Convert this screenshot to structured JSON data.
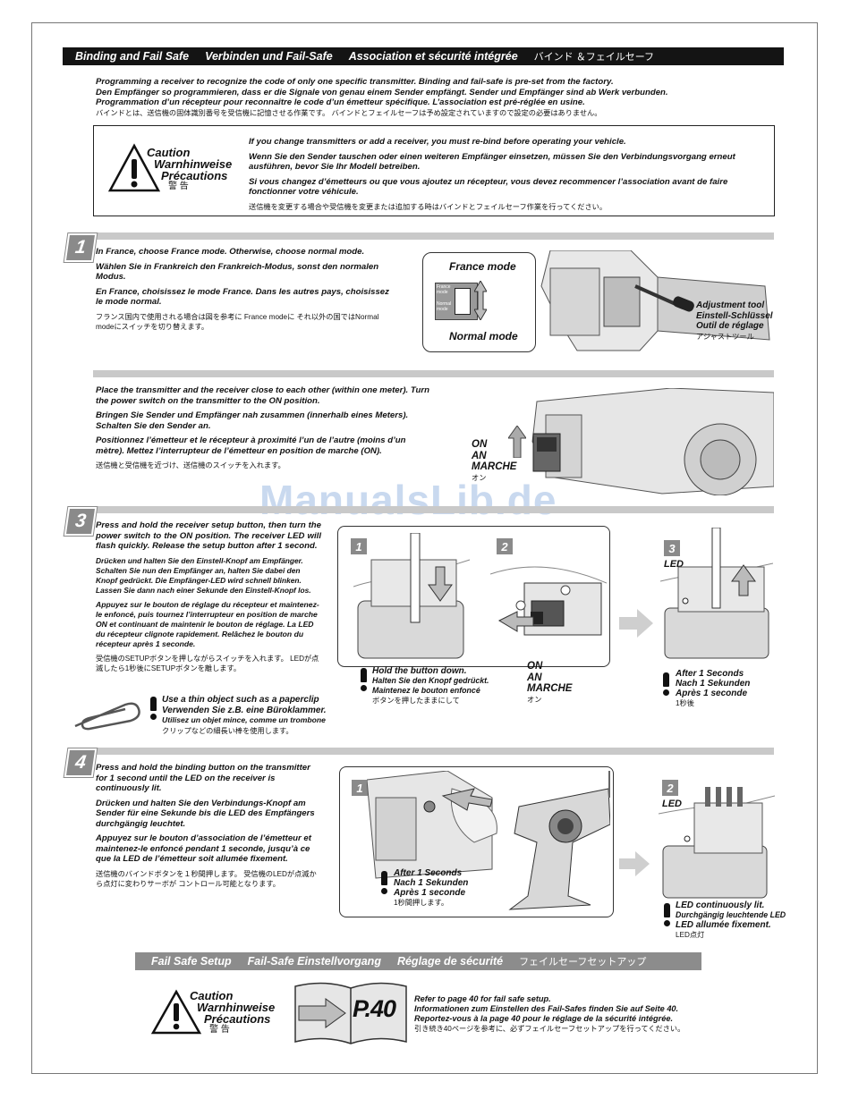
{
  "header": {
    "titles": [
      "Binding and Fail Safe",
      "Verbinden und Fail-Safe",
      "Association et sécurité intégrée",
      "バインド ＆フェイルセーフ"
    ]
  },
  "intro": [
    "Programming a receiver to recognize the code of only one specific transmitter. Binding and fail-safe is pre-set from the factory.",
    "Den Empfänger so programmieren, dass er die Signale von genau einem Sender empfängt. Sender und Empfänger sind ab Werk verbunden.",
    "Programmation d’un récepteur pour reconnaître le code d’un émetteur spécifique. L’association est pré-réglée en usine.",
    "バインドとは、送信機の固体識別番号を受信機に記憶させる作業です。 バインドとフェイルセーフは予め設定されていますので設定の必要はありません。"
  ],
  "caution_top": {
    "labels": [
      "Caution",
      "Warnhinweise",
      "Précautions",
      "警 告"
    ],
    "texts": [
      "If you change transmitters or add a receiver, you must re-bind before operating your vehicle.",
      "Wenn Sie den Sender tauschen oder einen weiteren Empfänger einsetzen, müssen Sie den Verbindungsvorgang erneut ausführen, bevor Sie Ihr Modell betreiben.",
      "Si vous changez d’émetteurs ou que vous ajoutez un récepteur, vous devez recommencer l’association avant de faire fonctionner votre véhicule.",
      "送信機を変更する場合や受信機を変更または追加する時はバインドとフェイルセーフ作業を行ってください。"
    ]
  },
  "step1": {
    "number": "1",
    "texts": [
      "In France, choose France mode. Otherwise, choose normal mode.",
      "Wählen Sie in Frankreich den Frankreich-Modus, sonst den normalen Modus.",
      "En France, choisissez le mode France. Dans les autres pays, choisissez le mode normal.",
      "フランス国内で使用される場合は図を参考に France modeに それ以外の国ではNormal modeにスイッチを切り替えます。"
    ],
    "france_mode": "France mode",
    "normal_mode": "Normal mode",
    "switch_top_label": "France mode",
    "switch_bottom_label": "Normal mode",
    "tool_labels": [
      "Adjustment tool",
      "Einstell-Schlüssel",
      "Outil de réglage",
      "アジャストツール"
    ]
  },
  "step2": {
    "texts": [
      "Place the transmitter and the receiver close to each other (within one meter). Turn the power switch on the transmitter to the ON position.",
      "Bringen Sie Sender und Empfänger nah zusammen (innerhalb eines Meters). Schalten Sie den Sender an.",
      "Positionnez l’émetteur et le récepteur à proximité l’un de l’autre (moins d’un mètre). Mettez l’interrupteur de l’émetteur en position de marche (ON).",
      "送信機と受信機を近づけ、送信機のスイッチを入れます。"
    ],
    "on_labels": [
      "ON",
      "AN",
      "MARCHE",
      "オン"
    ]
  },
  "watermark": "ManualsLib.de",
  "step3": {
    "number": "3",
    "texts": [
      "Press and hold the receiver setup button, then turn the power switch to the ON position. The receiver LED will flash quickly. Release the setup button after 1 second.",
      "Drücken und halten Sie den Einstell-Knopf am Empfänger. Schalten Sie nun den Empfänger an, halten Sie dabei den Knopf gedrückt. Die Empfänger-LED wird schnell blinken. Lassen Sie dann nach einer Sekunde den Einstell-Knopf los.",
      "Appuyez sur le bouton de réglage du récepteur et maintenez-le enfoncé, puis tournez l’interrupteur en position de marche ON et continuant de maintenir le bouton de réglage. La LED du récepteur clignote rapidement. Relâchez le bouton du récepteur après 1 seconde.",
      "受信機のSETUPボタンを押しながらスイッチを入れます。 LEDが点滅したら1秒後にSETUPボタンを離します。"
    ],
    "clip_note": [
      "Use a thin object such as a paperclip",
      "Verwenden Sie z.B. eine Büroklammer.",
      "Utilisez un objet mince, comme un trombone",
      "クリップなどの細長い棒を使用します。"
    ],
    "sub1": "1",
    "sub2": "2",
    "sub3": "3",
    "hold_note": [
      "Hold the button down.",
      "Halten Sie den Knopf gedrückt.",
      "Maintenez le bouton enfoncé",
      "ボタンを押したままにして"
    ],
    "on_labels": [
      "ON",
      "AN",
      "MARCHE",
      "オン"
    ],
    "led": "LED",
    "after_note": [
      "After 1 Seconds",
      "Nach 1 Sekunden",
      "Après 1 seconde",
      "1秒後"
    ]
  },
  "step4": {
    "number": "4",
    "texts": [
      "Press and hold the binding button on the transmitter for 1 second until the LED on the receiver is continuously lit.",
      "Drücken und halten Sie den Verbindungs-Knopf am Sender für eine Sekunde bis die LED des Empfängers durchgängig leuchtet.",
      "Appuyez sur le bouton d’association de l’émetteur et maintenez-le enfoncé pendant 1 seconde, jusqu’à ce que la LED de l’émetteur soit allumée fixement.",
      "送信機のバインドボタンを１秒間押します。 受信機のLEDが点滅から点灯に変わりサーボが コントロール可能となります。"
    ],
    "sub1": "1",
    "sub2": "2",
    "after_note": [
      "After 1 Seconds",
      "Nach 1 Sekunden",
      "Après 1 seconde",
      "1秒間押します。"
    ],
    "led": "LED",
    "lit_note": [
      "LED continuously lit.",
      "Durchgängig leuchtende LED",
      "LED allumée fixement.",
      "LED点灯"
    ]
  },
  "failsafe": {
    "titles": [
      "Fail Safe Setup",
      "Fail-Safe Einstellvorgang",
      "Réglage de sécurité",
      "フェイルセーフセットアップ"
    ],
    "caution_labels": [
      "Caution",
      "Warnhinweise",
      "Précautions",
      "警 告"
    ],
    "page_ref": "P.40",
    "texts": [
      "Refer to page 40 for fail safe setup.",
      "Informationen zum Einstellen des Fail-Safes finden Sie auf Seite 40.",
      "Reportez-vous à la page 40 pour le réglage de la sécurité intégrée.",
      "引き続き40ページを参考に、必ずフェイルセーフセットアップを行ってください。"
    ]
  }
}
